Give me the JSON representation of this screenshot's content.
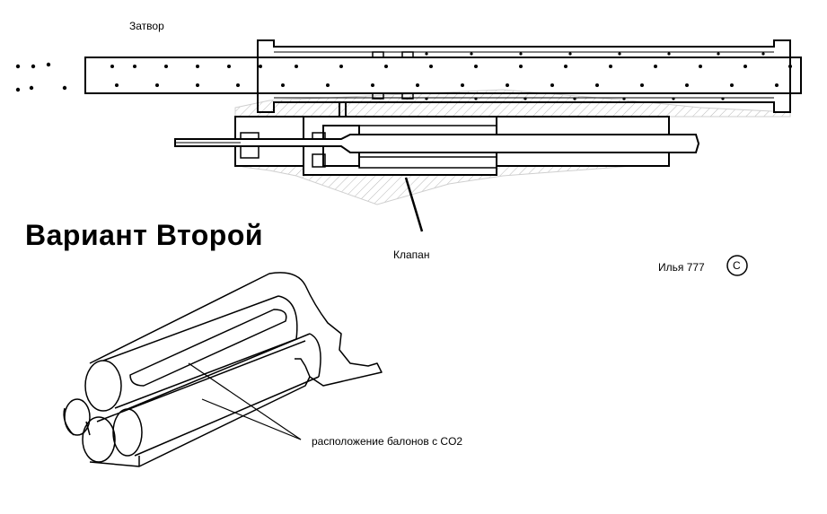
{
  "labels": {
    "bolt": "Затвор",
    "valve": "Клапан",
    "variant_title": "Вариант Второй",
    "author": "Илья 777",
    "copyright_mark": "C",
    "co2_note": "расположение балонов с CO2"
  },
  "colors": {
    "ink": "#000000",
    "hatch": "#b8b8b8",
    "paper": "#ffffff"
  }
}
